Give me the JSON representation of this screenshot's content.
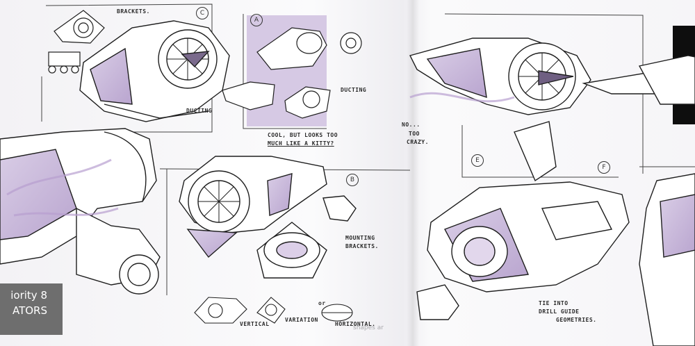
{
  "notes": {
    "brackets": "BRACKETS.",
    "ducting_top": "DUCTING",
    "ducting_right": "DUCTING",
    "cool_line1": "COOL, BUT LOOKS TOO",
    "cool_line2": "MUCH LIKE A KITTY?",
    "mounting_line1": "MOUNTING",
    "mounting_line2": "BRACKETS.",
    "vertical": "VERTICAL",
    "variation": "VARIATION",
    "or": "or",
    "horizontal": "HORIZONTAL.",
    "no_line1": "NO...",
    "no_line2": "TOO",
    "no_line3": "CRAZY.",
    "tie_line1": "TIE INTO",
    "tie_line2": "DRILL GUIDE",
    "tie_line3": "GEOMETRIES."
  },
  "letters": {
    "c": "C",
    "a": "A",
    "b": "B",
    "e": "E",
    "f": "F"
  },
  "badge": {
    "line1": "iority 8",
    "line2": "ATORS"
  },
  "watermark": "shapes ar",
  "colors": {
    "ink": "#2a2a2a",
    "marker_purple": "#c9b8dc",
    "badge_gray": "#6e6e6e"
  }
}
